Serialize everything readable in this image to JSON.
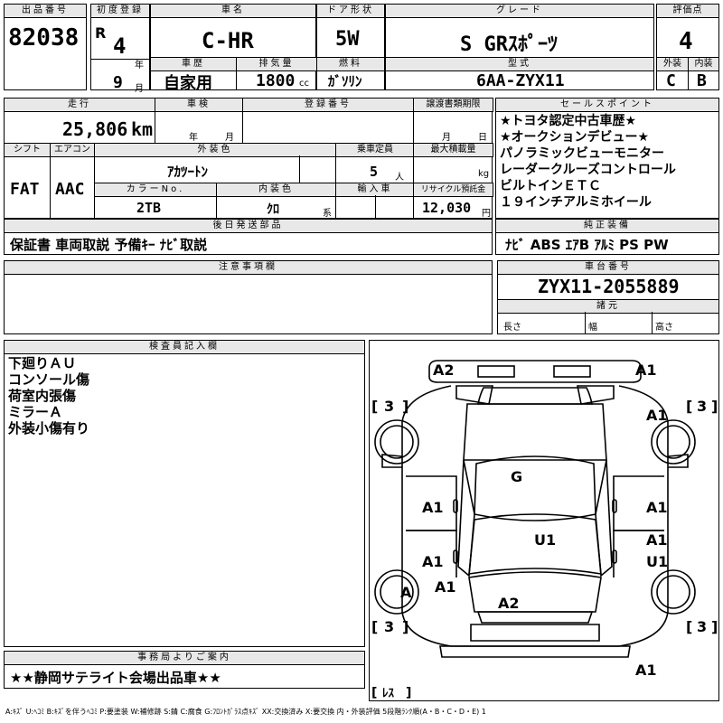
{
  "header": {
    "lot_no_label": "出品番号",
    "lot_no": "82038",
    "first_reg_label": "初度登録",
    "era": "R",
    "year": "4",
    "year_unit": "年",
    "month": "9",
    "month_unit": "月",
    "name_label": "車名",
    "name": "C-HR",
    "history_label": "車歴",
    "history": "自家用",
    "displacement_label": "排気量",
    "displacement": "1800",
    "displacement_unit": "cc",
    "door_label": "ドア形状",
    "door": "5W",
    "fuel_label": "燃料",
    "fuel": "ｶﾞｿﾘﾝ",
    "grade_label": "グレード",
    "grade": "S GRｽﾎﾟｰﾂ",
    "model_label": "型式",
    "model": "6AA-ZYX11",
    "score_label": "評価点",
    "score": "4",
    "ext_label": "外装",
    "ext": "C",
    "int_label": "内装",
    "int": "B"
  },
  "row2": {
    "mileage_label": "走行",
    "mileage": "25,806",
    "mileage_unit": "km",
    "inspection_label": "車検",
    "inspection_year_unit": "年",
    "inspection_month_unit": "月",
    "plate_label": "登録番号",
    "transfer_label": "譲渡書類期限",
    "transfer_month_unit": "月",
    "transfer_day_unit": "日",
    "shift_label": "シフト",
    "shift": "FAT",
    "ac_label": "エアコン",
    "ac": "AAC",
    "color_label": "外装色",
    "color": "ｱｶﾂｰﾄﾝ",
    "color_no_label": "カラーNo.",
    "color_no": "2TB",
    "interior_color_label": "内装色",
    "interior_color": "ｸﾛ",
    "interior_color_unit": "系",
    "capacity_label": "乗車定員",
    "capacity": "5",
    "capacity_unit": "人",
    "loadcap_label": "最大積載量",
    "loadcap_unit": "kg",
    "import_label": "輸入車",
    "recycle_label": "リサイクル預託金",
    "recycle": "12,030",
    "recycle_unit": "円"
  },
  "sales_points": {
    "label": "セールスポイント",
    "items": [
      "★トヨタ認定中古車歴★",
      "★オークションデビュー★",
      "パノラミックビューモニター",
      "レーダークルーズコントロール",
      "ビルトインＥＴＣ",
      "１９インチアルミホイール"
    ]
  },
  "later_parts": {
    "label": "後日発送部品",
    "value": "保証書 車両取説 予備ｷｰ ﾅﾋﾞ取説"
  },
  "equipment": {
    "label": "純正装備",
    "value": "ﾅﾋﾞ ABS ｴｱB ｱﾙﾐ PS PW"
  },
  "notes": {
    "label": "注意事項欄"
  },
  "chassis": {
    "label": "車台番号",
    "value": "ZYX11-2055889",
    "dims_label": "諸元",
    "length_label": "長さ",
    "width_label": "幅",
    "height_label": "高さ"
  },
  "inspector": {
    "label": "検査員記入欄",
    "lines": [
      "下廻りＡＵ",
      "コンソール傷",
      "荷室内張傷",
      "ミラーＡ",
      "外装小傷有り"
    ]
  },
  "office": {
    "label": "事務局よりご案内",
    "value": "★★静岡サテライト会場出品車★★"
  },
  "legend": "A:ｷｽﾞ U:ﾍｺﾐ B:ｷｽﾞを伴うﾍｺﾐ P:要塗装 W:補修跡 S:錆 C:腐食 G:ﾌﾛﾝﾄｶﾞﾗｽ点ｷｽﾞ XX:交換済み X:要交換 内・外装評価 5段階ﾗﾝｸ順(A・B・C・D・E) 1",
  "diagram": {
    "marks": {
      "a2_top": "A2",
      "a1_top": "A1",
      "a1_rf": "A1",
      "g": "G",
      "a1_l1": "A1",
      "a1_r1": "A1",
      "a1_l2": "A1",
      "a1_r2": "A1",
      "u1_c": "U1",
      "u1_r": "U1",
      "a1_lw": "A1",
      "a_lw": "A",
      "a2_rear": "A2",
      "a1_bottom": "A1",
      "tire_fl": "3",
      "tire_fr": "3",
      "tire_rl": "3",
      "tire_rr": "3",
      "spare": "ﾚｽ"
    }
  }
}
